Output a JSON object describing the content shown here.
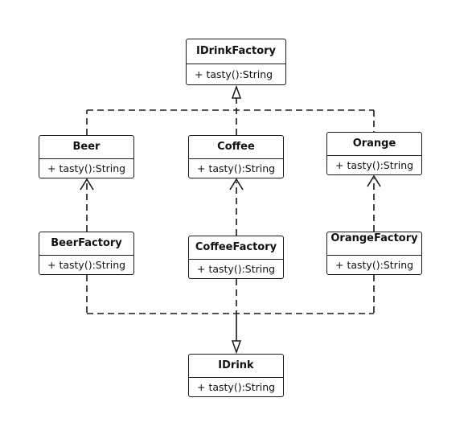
{
  "colors": {
    "line": "#1a1a1a",
    "background": "#ffffff"
  },
  "classes": {
    "idrink_factory": {
      "name": "IDrinkFactory",
      "member": "+ tasty():String"
    },
    "beer": {
      "name": "Beer",
      "member": "+ tasty():String"
    },
    "coffee": {
      "name": "Coffee",
      "member": "+ tasty():String"
    },
    "orange": {
      "name": "Orange",
      "member": "+ tasty():String"
    },
    "beer_factory": {
      "name": "BeerFactory",
      "member": "+ tasty():String"
    },
    "coffee_factory": {
      "name": "CoffeeFactory",
      "member": "+ tasty():String"
    },
    "orange_factory": {
      "name": "OrangeFactory",
      "member": "+ tasty():String"
    },
    "idrink": {
      "name": "IDrink",
      "member": "+ tasty():String"
    }
  }
}
